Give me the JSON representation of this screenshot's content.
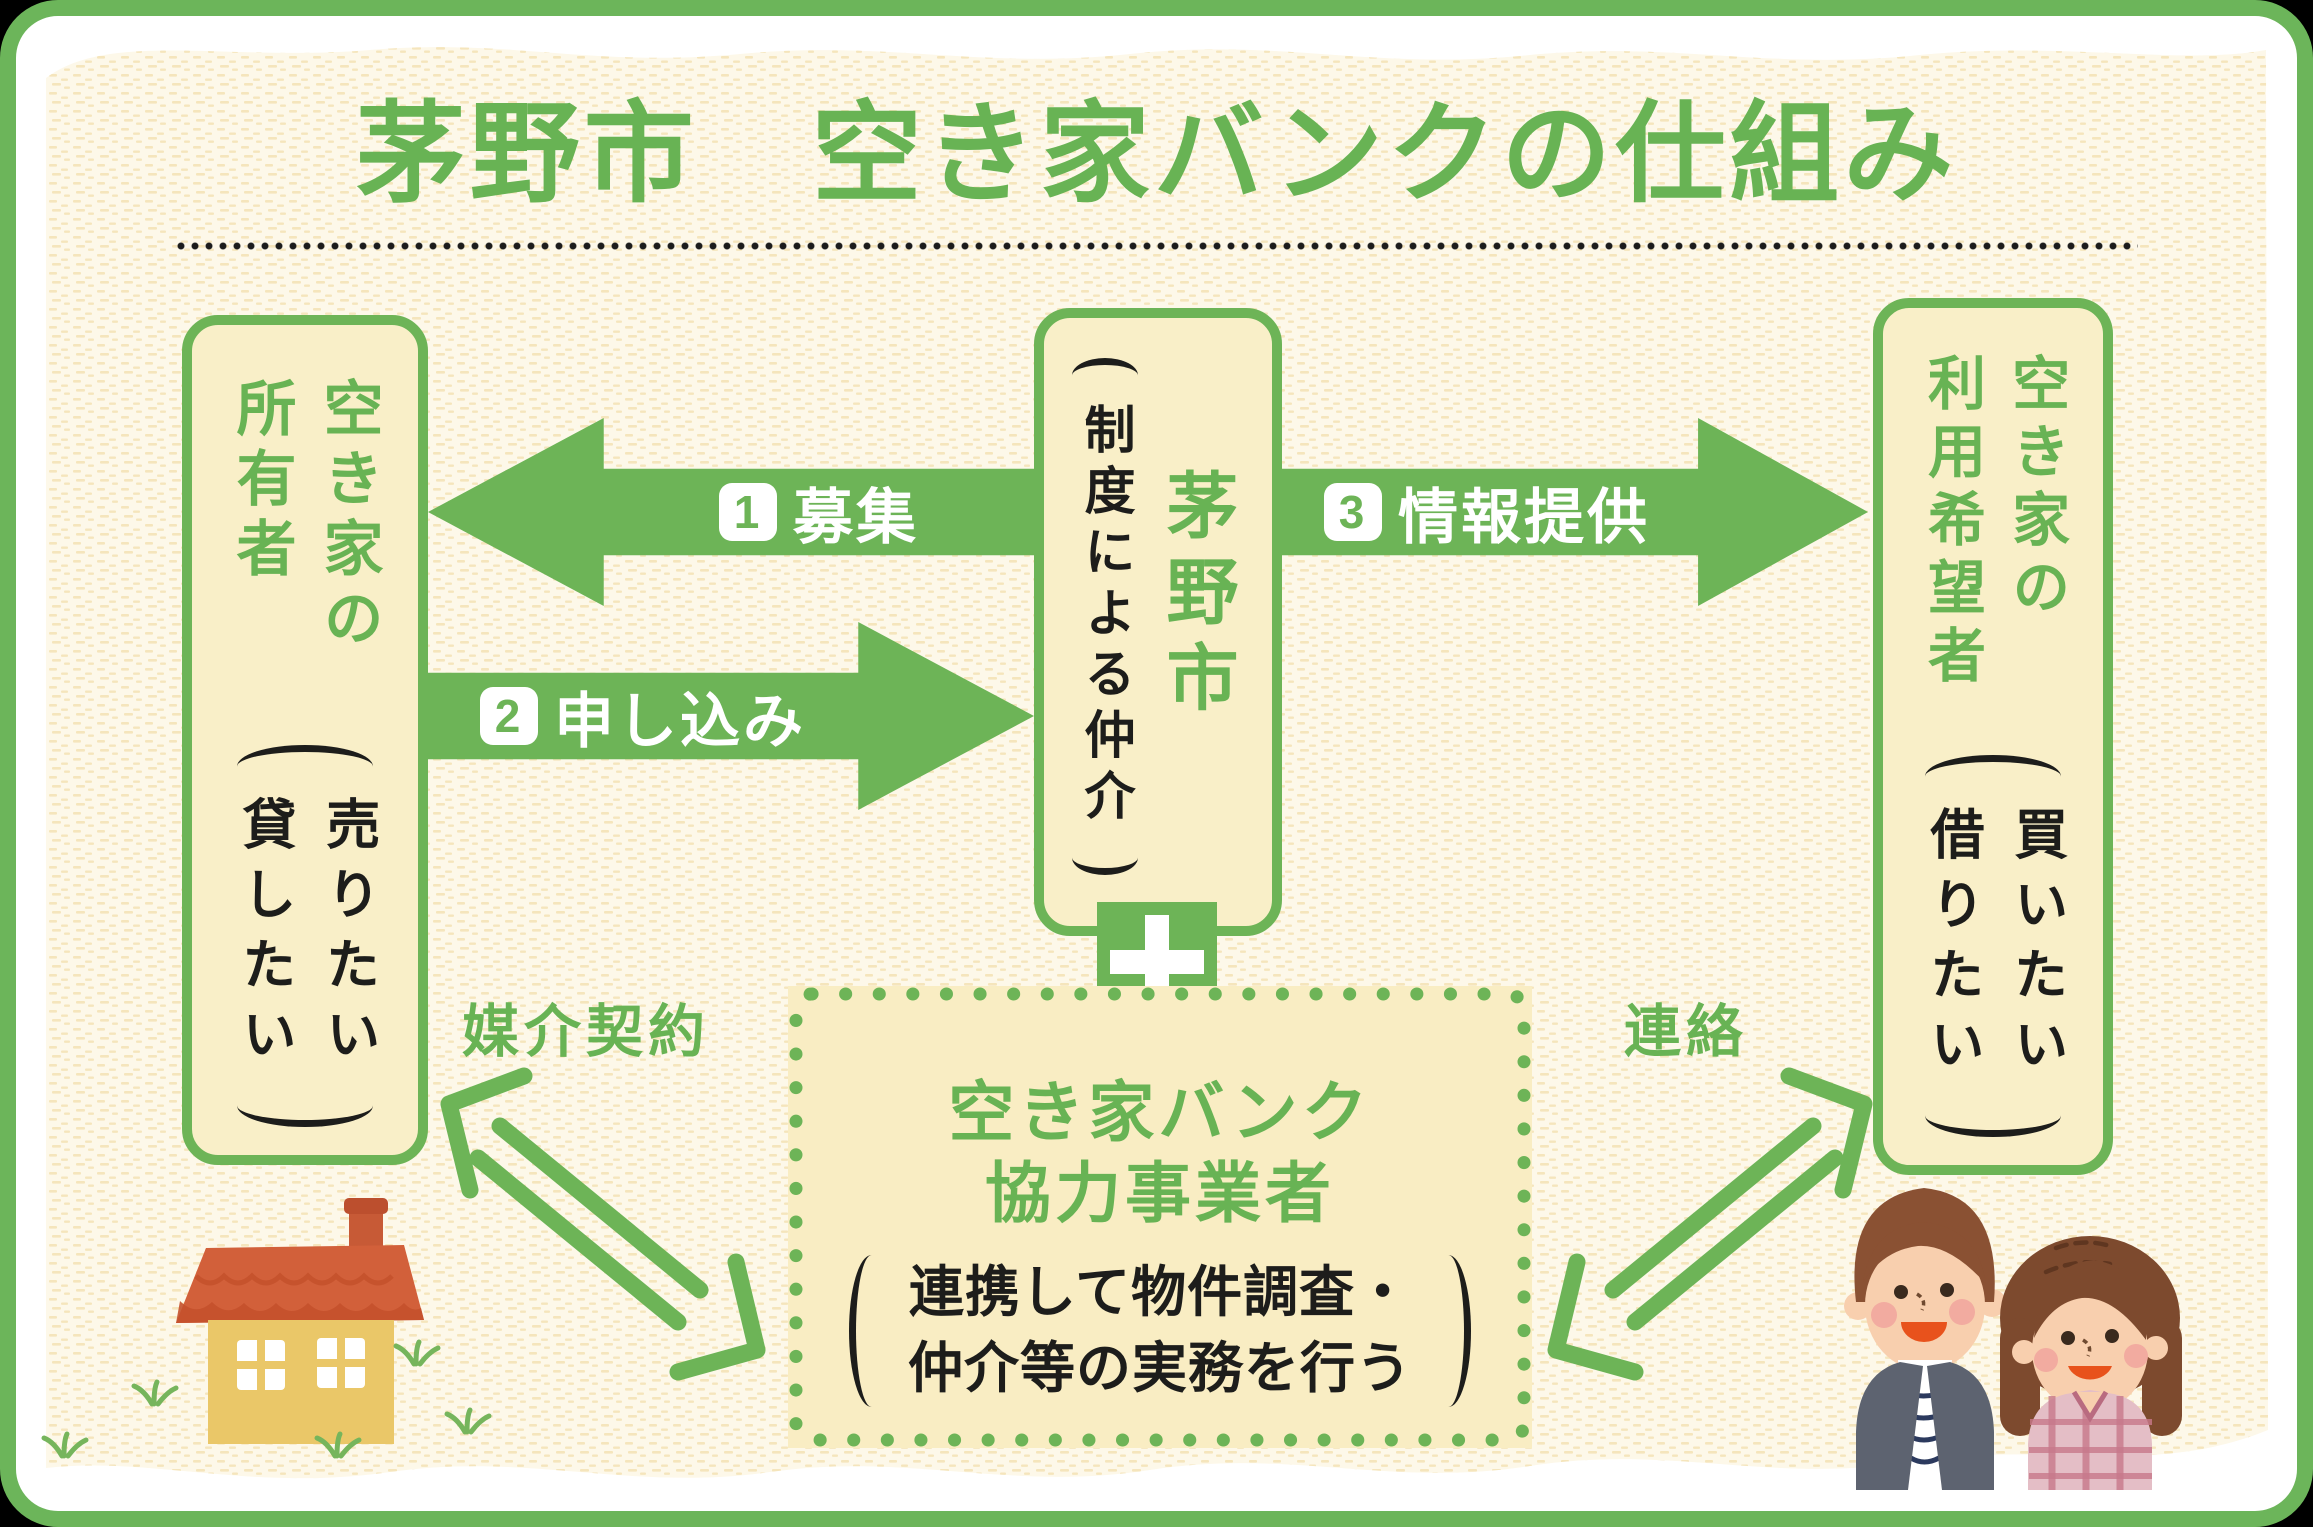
{
  "title": "茅野市　空き家バンクの仕組み",
  "colors": {
    "green": "#6db457",
    "green_text": "#68b354",
    "box_cream": "#f9efc8",
    "paper_cream": "#fdf8e9",
    "texture_beige": "#f3e2b4",
    "text_black": "#1d1d1b",
    "roof_orange": "#d2603a",
    "house_yellow": "#eac768"
  },
  "boxes": {
    "owner": {
      "heading": "空き家の所有者",
      "heading_cols": [
        "空き家の",
        "所有者"
      ],
      "note": "（売りたい　貸したい）",
      "note_cols": [
        "売りたい",
        "貸したい"
      ]
    },
    "city": {
      "heading": "茅野市",
      "note": "（制度による仲介）",
      "note_text": "制度による仲介"
    },
    "seeker": {
      "heading": "空き家の利用希望者",
      "heading_cols": [
        "空き家の",
        "利用希望者"
      ],
      "note": "（買いたい　借りたい）",
      "note_cols": [
        "買いたい",
        "借りたい"
      ]
    },
    "partner": {
      "heading": "空き家バンク協力事業者",
      "heading_lines": [
        "空き家バンク",
        "協力事業者"
      ],
      "note": "（連携して物件調査・仲介等の実務を行う）",
      "note_lines": [
        "連携して物件調査・",
        "仲介等の実務を行う"
      ]
    }
  },
  "flows": {
    "recruit": {
      "step": "1",
      "label": "募集"
    },
    "apply": {
      "step": "2",
      "label": "申し込み"
    },
    "info": {
      "step": "3",
      "label": "情報提供"
    },
    "mediation": {
      "label": "媒介契約"
    },
    "contact": {
      "label": "連絡"
    }
  }
}
